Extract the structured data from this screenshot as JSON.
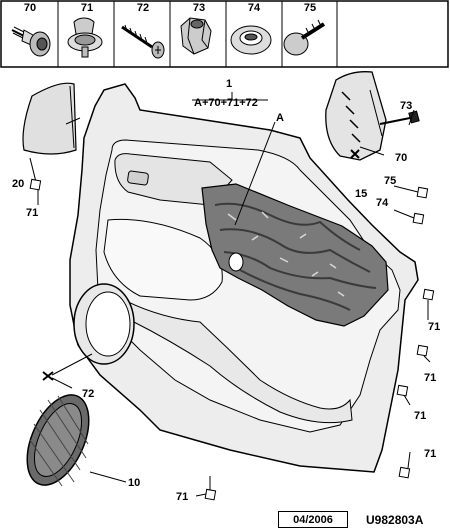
{
  "parts_header": [
    {
      "number": "70",
      "icon": "torx-screw-icon"
    },
    {
      "number": "71",
      "icon": "panel-clip-icon"
    },
    {
      "number": "72",
      "icon": "self-tapping-screw-icon"
    },
    {
      "number": "73",
      "icon": "hex-nut-insert-icon"
    },
    {
      "number": "74",
      "icon": "grommet-icon"
    },
    {
      "number": "75",
      "icon": "push-pin-clip-icon"
    }
  ],
  "assembly": {
    "number": "1",
    "formula": "A+70+71+72"
  },
  "callouts": {
    "a": "A",
    "c73": "73",
    "c70": "70",
    "c20": "20",
    "c71_left": "71",
    "c15": "15",
    "c75": "75",
    "c74": "74",
    "c71_r1": "71",
    "c71_r2": "71",
    "c71_r3": "71",
    "c72": "72",
    "c71_r4": "71",
    "c10": "10",
    "c71_bottom": "71"
  },
  "footer": {
    "date": "04/2006",
    "reference": "U982803A"
  }
}
